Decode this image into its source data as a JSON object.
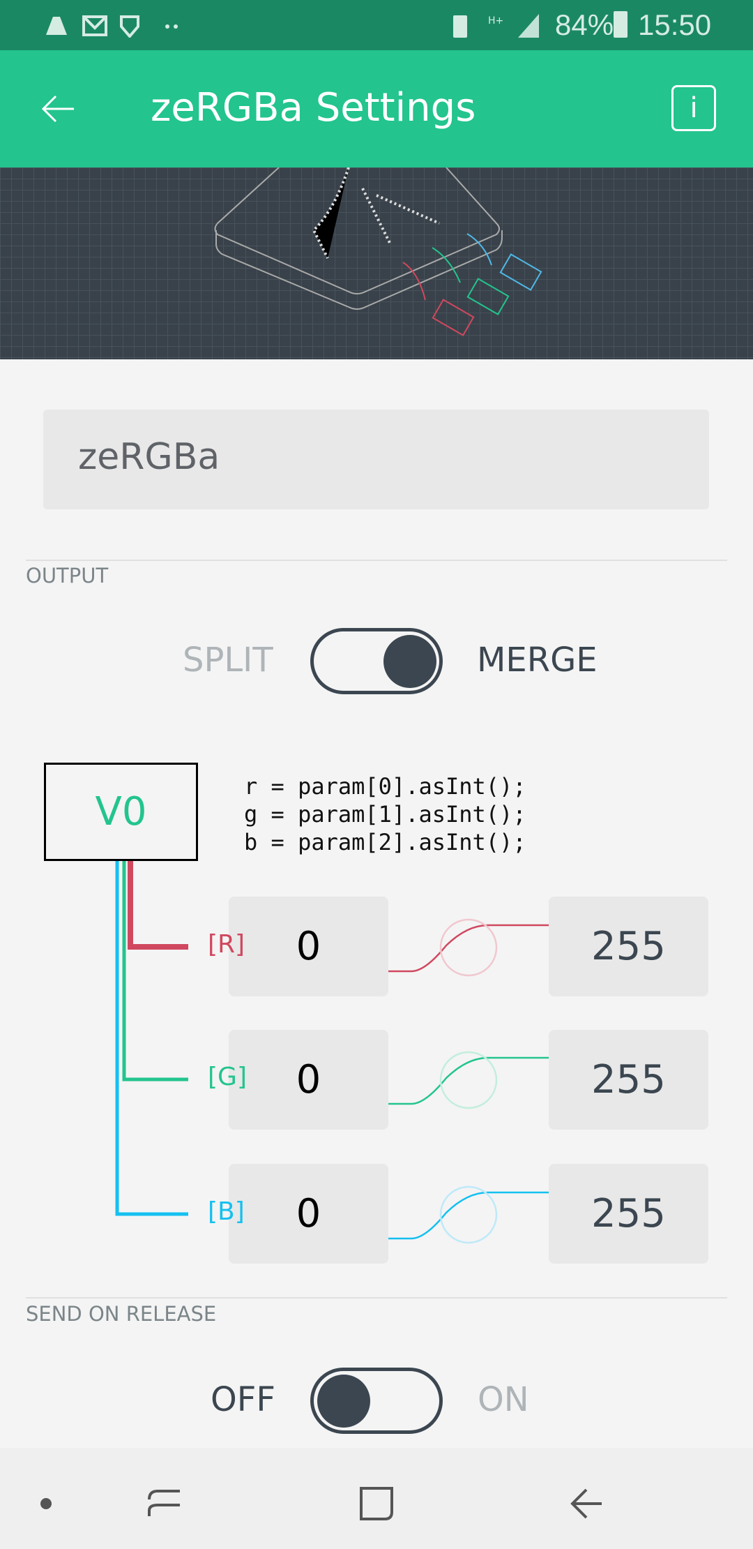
{
  "status_bar": {
    "time": "15:50",
    "battery": "84%",
    "network": "H+"
  },
  "app_bar": {
    "title": "zeRGBa Settings",
    "back_icon": "arrow-left-icon",
    "info_label": "i"
  },
  "name_field": {
    "value": "zeRGBa"
  },
  "output": {
    "section": "OUTPUT",
    "left_label": "SPLIT",
    "right_label": "MERGE",
    "state": "MERGE"
  },
  "pin": {
    "label": "V0"
  },
  "code": [
    "r = param[0].asInt();",
    "g = param[1].asInt();",
    "b = param[2].asInt();"
  ],
  "channels": [
    {
      "label": "[R]",
      "min": "0",
      "max": "255",
      "color": "#d0485f"
    },
    {
      "label": "[G]",
      "min": "0",
      "max": "255",
      "color": "#23c48e"
    },
    {
      "label": "[B]",
      "min": "0",
      "max": "255",
      "color": "#14c0f0"
    }
  ],
  "send_on_release": {
    "section": "SEND ON RELEASE",
    "off_label": "OFF",
    "on_label": "ON",
    "state": "OFF"
  },
  "colors": {
    "accent": "#23c48e",
    "statusbar": "#1b8864",
    "dark": "#3b4650"
  }
}
